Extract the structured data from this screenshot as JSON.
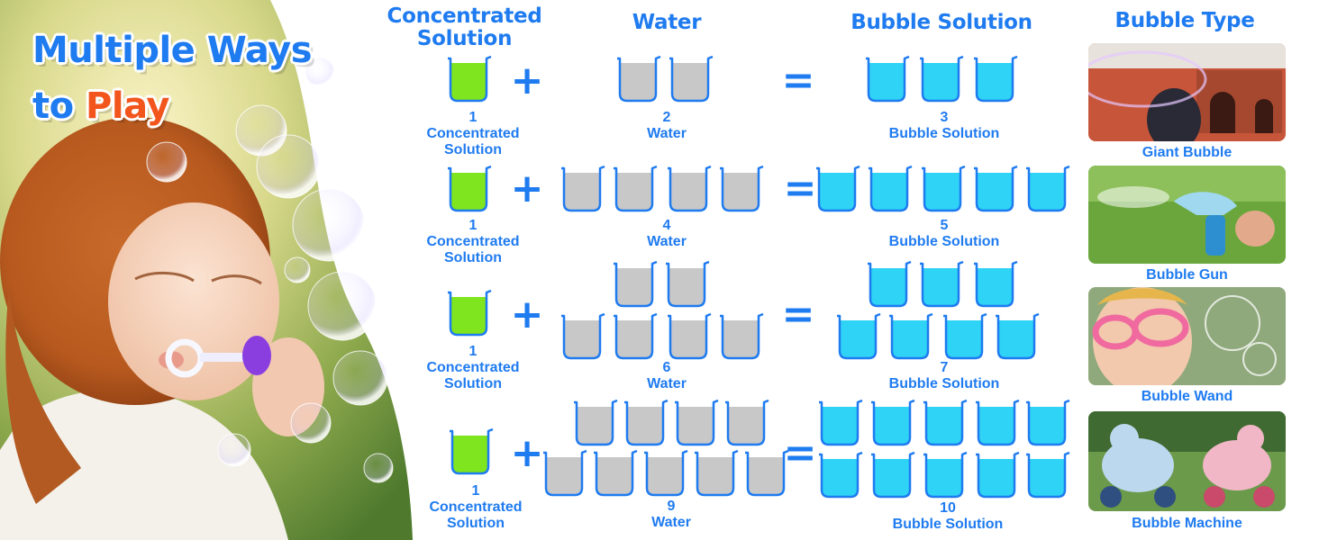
{
  "headline": {
    "line1": "Multiple Ways",
    "line2_prefix": "to",
    "line2_accent": "Play"
  },
  "columns": {
    "concentrate": "Concentrated Solution",
    "water": "Water",
    "solution": "Bubble Solution",
    "types": "Bubble Type"
  },
  "signs": {
    "plus": "+",
    "equals": "="
  },
  "recipes": [
    {
      "c_num": "1",
      "c_label": "Concentrated Solution",
      "w_num": "2",
      "w_label": "Water",
      "s_num": "3",
      "s_label": "Bubble Solution"
    },
    {
      "c_num": "1",
      "c_label": "Concentrated Solution",
      "w_num": "4",
      "w_label": "Water",
      "s_num": "5",
      "s_label": "Bubble Solution"
    },
    {
      "c_num": "1",
      "c_label": "Concentrated Solution",
      "w_num": "6",
      "w_label": "Water",
      "s_num": "7",
      "s_label": "Bubble Solution"
    },
    {
      "c_num": "1",
      "c_label": "Concentrated Solution",
      "w_num": "9",
      "w_label": "Water",
      "s_num": "10",
      "s_label": "Bubble Solution"
    }
  ],
  "bubble_types": [
    {
      "label": "Giant Bubble"
    },
    {
      "label": "Bubble Gun"
    },
    {
      "label": "Bubble Wand"
    },
    {
      "label": "Bubble Machine"
    }
  ],
  "colors": {
    "accent_blue": "#1f7bf0",
    "accent_orange": "#f2561d",
    "concentrate_green": "#7ee51e",
    "water_gray": "#c8c8c8",
    "solution_cyan": "#2ed3f5"
  }
}
